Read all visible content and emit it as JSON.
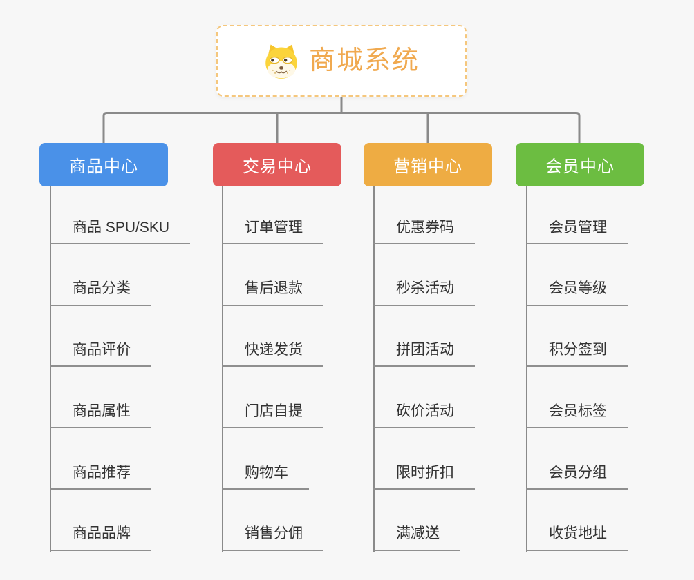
{
  "canvas": {
    "background": "#f7f7f7",
    "connector_color": "#8a8a8a"
  },
  "root": {
    "label": "商城系统",
    "icon": "doge-face-icon",
    "text_color": "#F0A94F",
    "border_color": "#F5C77D"
  },
  "branches": [
    {
      "label": "商品中心",
      "color": "#4A91E8",
      "items": [
        "商品 SPU/SKU",
        "商品分类",
        "商品评价",
        "商品属性",
        "商品推荐",
        "商品品牌"
      ]
    },
    {
      "label": "交易中心",
      "color": "#E45B5B",
      "items": [
        "订单管理",
        "售后退款",
        "快递发货",
        "门店自提",
        "购物车",
        "销售分佣"
      ]
    },
    {
      "label": "营销中心",
      "color": "#EEAC43",
      "items": [
        "优惠券码",
        "秒杀活动",
        "拼团活动",
        "砍价活动",
        "限时折扣",
        "满减送"
      ]
    },
    {
      "label": "会员中心",
      "color": "#6CBD41",
      "items": [
        "会员管理",
        "会员等级",
        "积分签到",
        "会员标签",
        "会员分组",
        "收货地址"
      ]
    }
  ]
}
